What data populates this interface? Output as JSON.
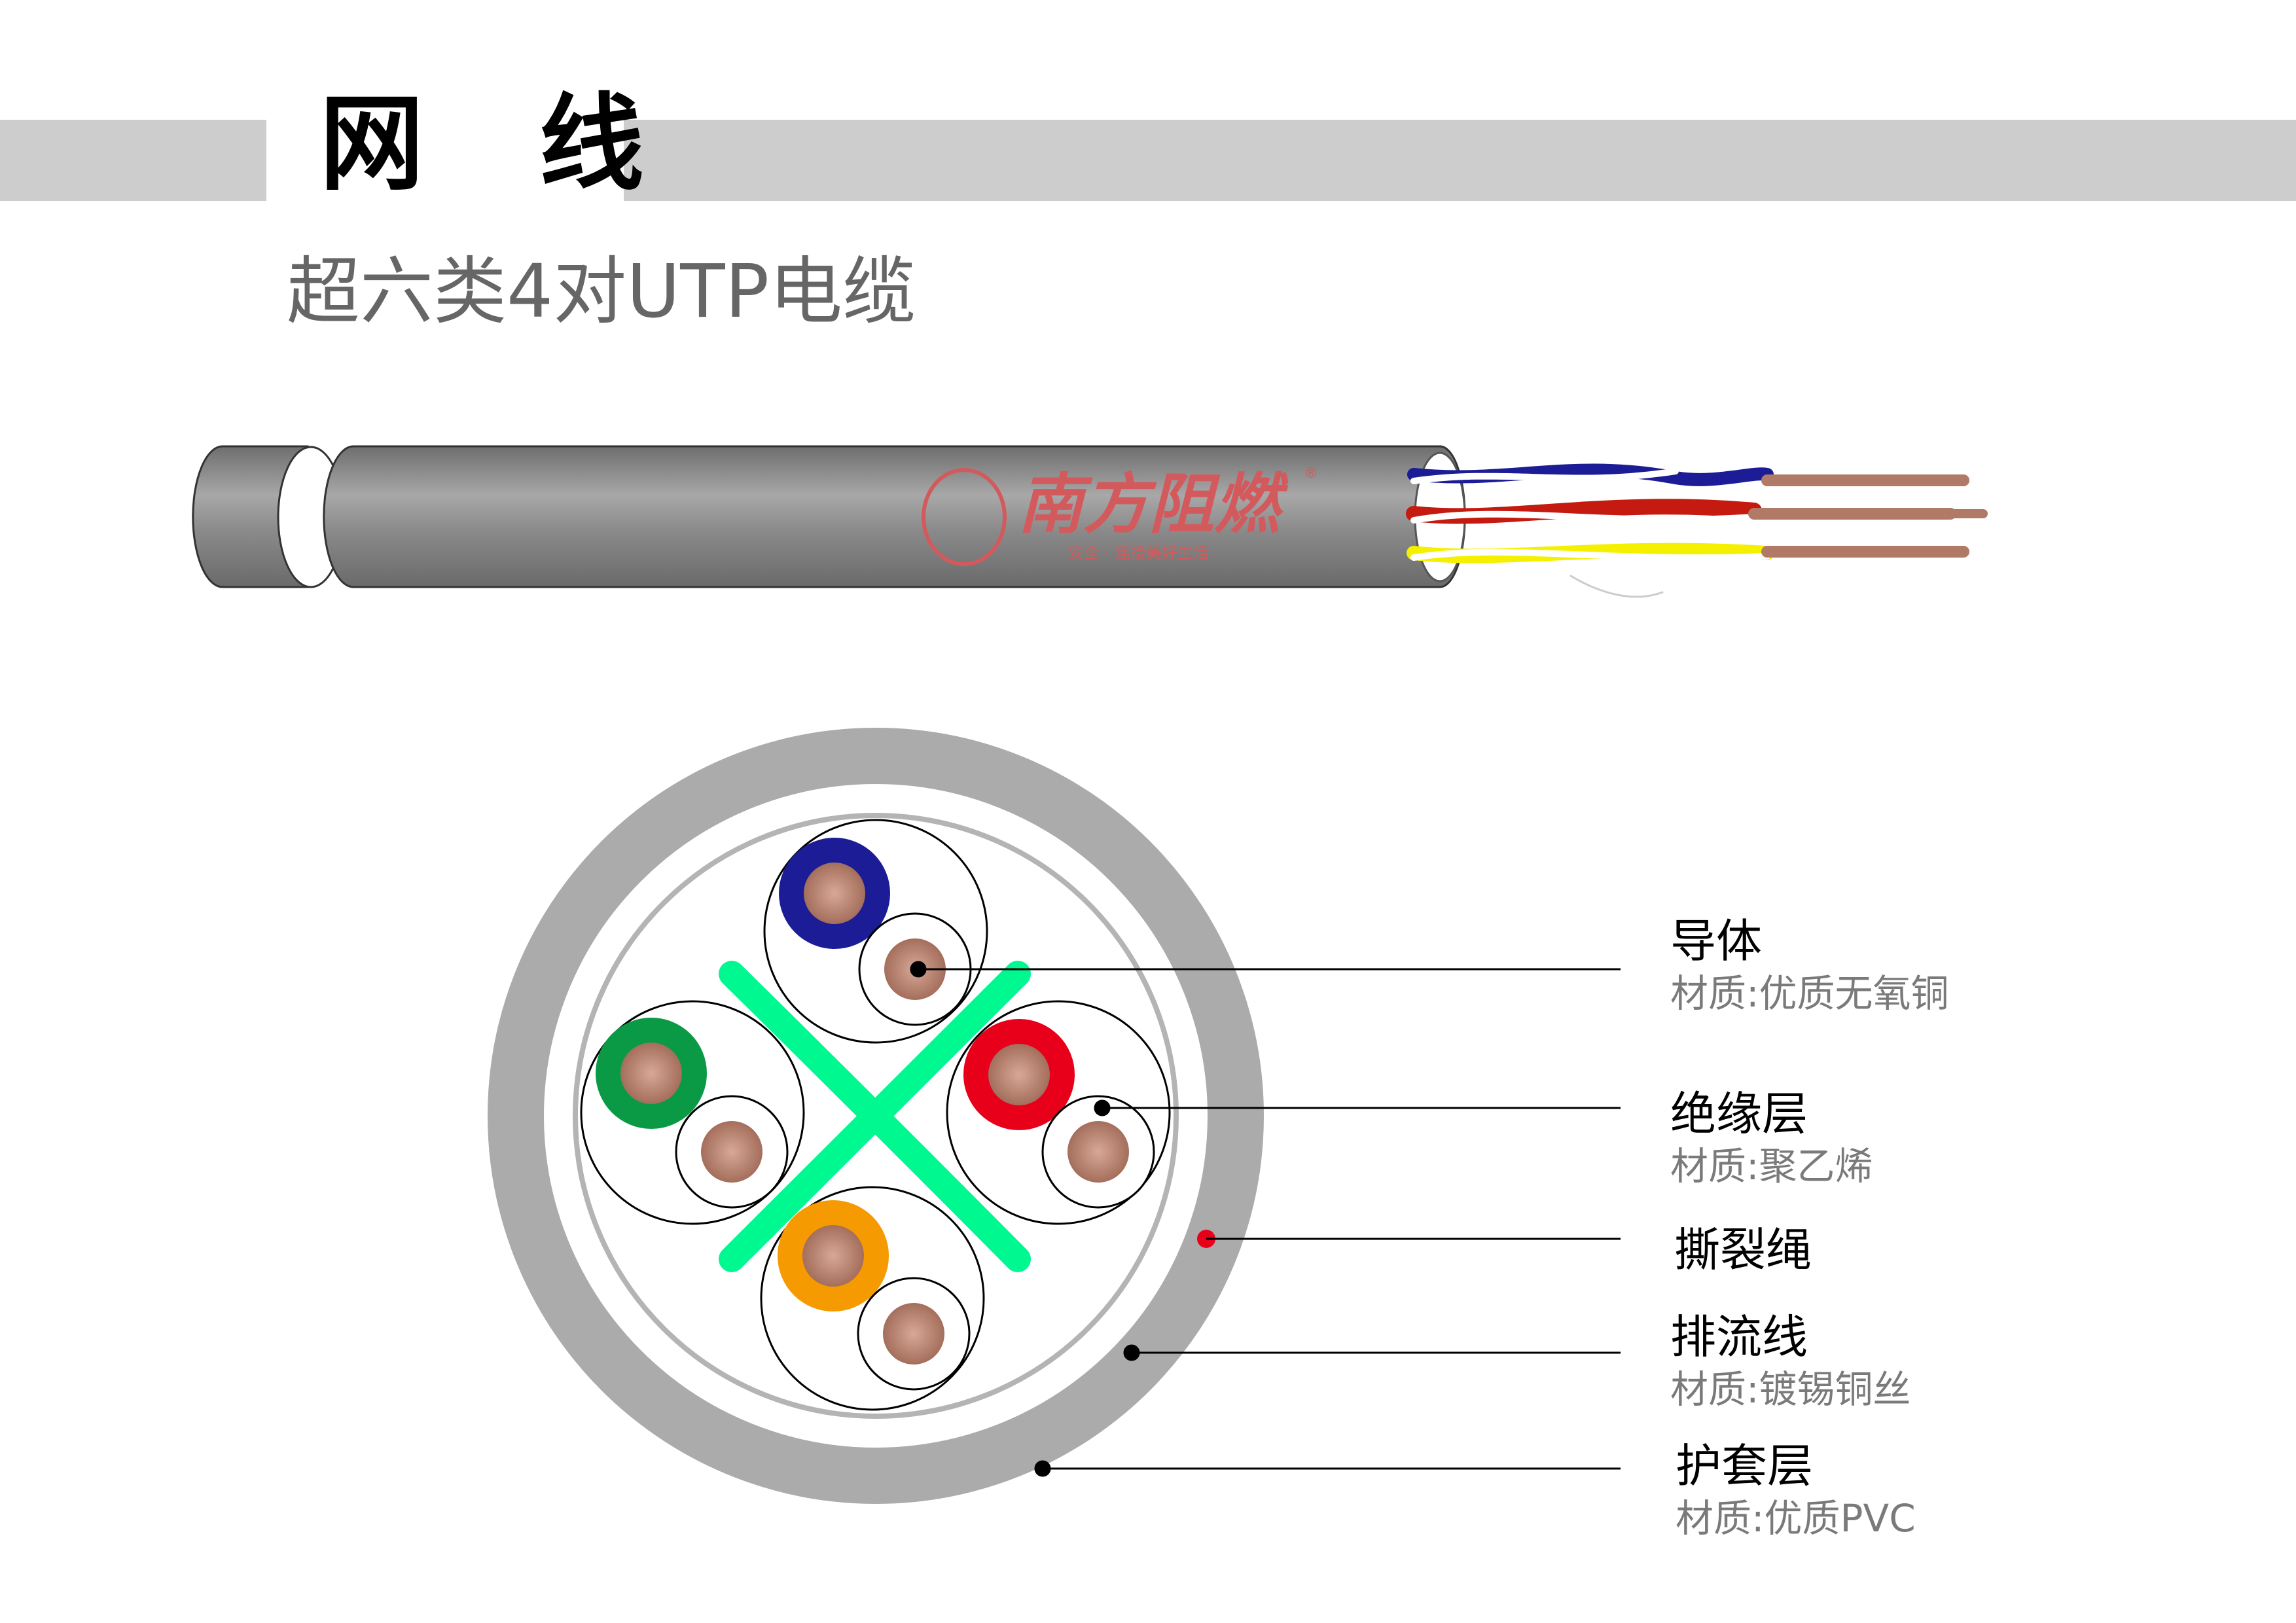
{
  "header": {
    "title": "网 线",
    "subtitle": "超六类4对UTP电缆"
  },
  "logo": {
    "brand": "南方阻燃",
    "slogan": "安全 · 连接美好生活",
    "mark": "®"
  },
  "labels": [
    {
      "title": "导体",
      "material": "材质:优质无氧铜"
    },
    {
      "title": "绝缘层",
      "material": "材质:聚乙烯"
    },
    {
      "title": "撕裂绳"
    },
    {
      "title": "排流线",
      "material": "材质:镀锡铜丝"
    },
    {
      "title": "护套层",
      "material": "材质:优质PVC"
    }
  ],
  "colors": {
    "blue": "#1c1c96",
    "green": "#0a9a46",
    "red": "#e8001a",
    "orange": "#f59a00",
    "copper": "#b07a66",
    "filler": "#00f890",
    "jacket": "#ababab"
  }
}
